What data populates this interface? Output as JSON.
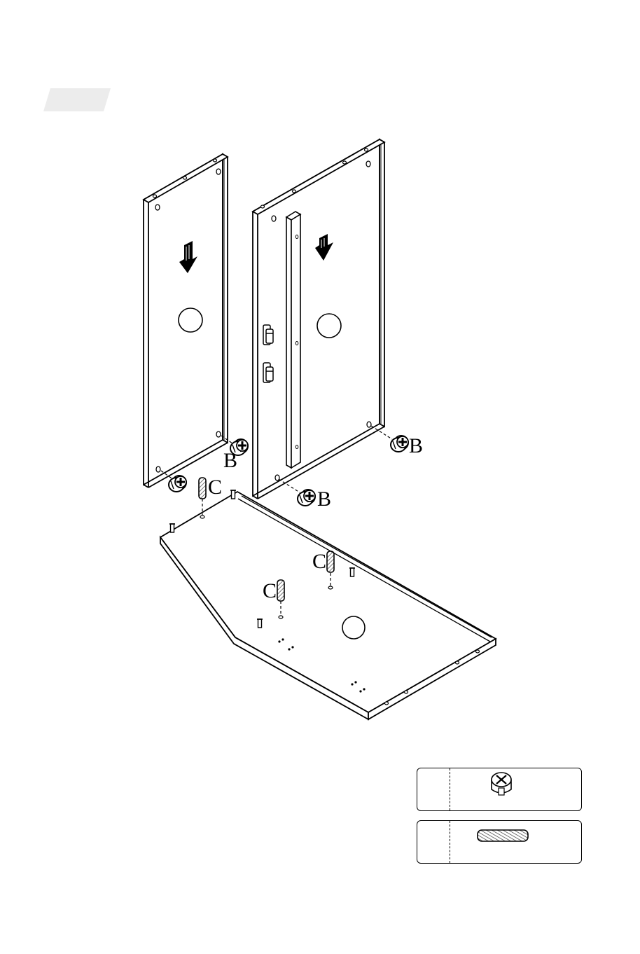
{
  "labels": {
    "hinge_cam_label_left": "B",
    "hinge_cam_label_mid": "B",
    "hinge_cam_label_right": "B",
    "dowel_label_top": "C",
    "dowel_label_mid": "C",
    "dowel_label_low": "C"
  },
  "colors": {
    "line": "#000000",
    "panel_fill": "#ffffff",
    "step_tab": "#ececec",
    "hatch": "#555555"
  },
  "parts_legend": [
    {
      "icon": "cam-lock-icon"
    },
    {
      "icon": "wood-dowel-icon"
    }
  ]
}
